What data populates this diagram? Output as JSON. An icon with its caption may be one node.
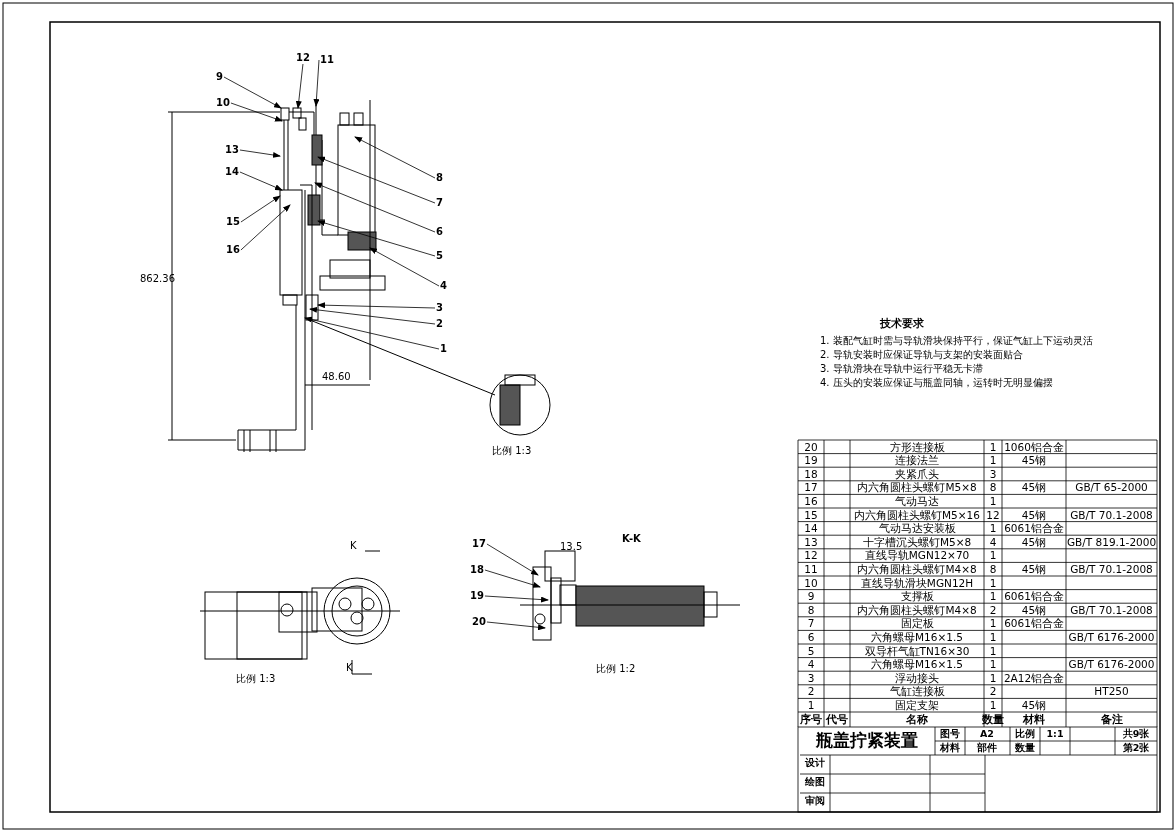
{
  "diagram": {
    "title": "瓶盖拧紧装置",
    "nodes": [
      {
        "text": [
          "1"
        ]
      },
      {
        "text": [
          "2"
        ]
      },
      {
        "text": [
          "3"
        ]
      },
      {
        "text": [
          "4"
        ]
      },
      {
        "text": [
          "5"
        ]
      },
      {
        "text": [
          "6"
        ]
      },
      {
        "text": [
          "7"
        ]
      },
      {
        "text": [
          "8"
        ]
      },
      {
        "text": [
          "9"
        ]
      },
      {
        "text": [
          "10"
        ]
      },
      {
        "text": [
          "11"
        ]
      },
      {
        "text": [
          "12"
        ]
      },
      {
        "text": [
          "13"
        ]
      },
      {
        "text": [
          "14"
        ]
      },
      {
        "text": [
          "15"
        ]
      },
      {
        "text": [
          "16"
        ]
      },
      {
        "text": [
          "17"
        ]
      },
      {
        "text": [
          "18"
        ]
      },
      {
        "text": [
          "19"
        ]
      },
      {
        "text": [
          "20"
        ]
      }
    ],
    "edges": [
      {
        "from": 0,
        "to": null,
        "arrow": "to"
      },
      {
        "from": 1,
        "to": null,
        "arrow": "to"
      },
      {
        "from": 2,
        "to": null,
        "arrow": "to"
      },
      {
        "from": 3,
        "to": null,
        "arrow": "to"
      },
      {
        "from": 4,
        "to": null,
        "arrow": "to"
      },
      {
        "from": 5,
        "to": null,
        "arrow": "to"
      },
      {
        "from": 6,
        "to": null,
        "arrow": "to"
      },
      {
        "from": 7,
        "to": null,
        "arrow": "to"
      },
      {
        "from": 8,
        "to": null,
        "arrow": "to"
      },
      {
        "from": 9,
        "to": null,
        "arrow": "to"
      },
      {
        "from": 10,
        "to": null,
        "arrow": "to"
      },
      {
        "from": 11,
        "to": null,
        "arrow": "to"
      },
      {
        "from": 12,
        "to": null,
        "arrow": "to"
      },
      {
        "from": 13,
        "to": null,
        "arrow": "to"
      },
      {
        "from": 14,
        "to": null,
        "arrow": "to"
      },
      {
        "from": 15,
        "to": null,
        "arrow": "to"
      },
      {
        "from": 16,
        "to": null,
        "arrow": "to"
      },
      {
        "from": 17,
        "to": null,
        "arrow": "to"
      },
      {
        "from": 18,
        "to": null,
        "arrow": "to"
      },
      {
        "from": 19,
        "to": null,
        "arrow": "to"
      }
    ],
    "labels": [
      "862.36",
      "48.60",
      "比例 1:3",
      "K",
      "K",
      "比例 1:3",
      "13.5",
      "K-K",
      "比例 1:2",
      "技术要求",
      "1. 装配气缸时需与导轨滑块保持平行，保证气缸上下运动灵活",
      "2. 导轨安装时应保证导轨与支架的安装面贴合",
      "3. 导轨滑块在导轨中运行平稳无卡滞",
      "4. 压头的安装应保证与瓶盖同轴，运转时无明显偏摆",
      "20",
      "方形连接板",
      "1",
      "1060铝合金",
      "19",
      "连接法兰",
      "1",
      "45钢",
      "18",
      "夹紧爪头",
      "3",
      "17",
      "内六角圆柱头螺钉M5×8",
      "8",
      "45钢",
      "GB/T 65-2000",
      "16",
      "气动马达",
      "1",
      "15",
      "内六角圆柱头螺钉M5×16",
      "12",
      "45钢",
      "GB/T 70.1-2008",
      "14",
      "气动马达安装板",
      "1",
      "6061铝合金",
      "13",
      "十字槽沉头螺钉M5×8",
      "4",
      "45钢",
      "GB/T 819.1-2000",
      "12",
      "直线导轨MGN12×70",
      "1",
      "11",
      "内六角圆柱头螺钉M4×8",
      "8",
      "45钢",
      "GB/T 70.1-2008",
      "10",
      "直线导轨滑块MGN12H",
      "1",
      "9",
      "支撑板",
      "1",
      "6061铝合金",
      "8",
      "内六角圆柱头螺钉M4×8",
      "2",
      "45钢",
      "GB/T 70.1-2008",
      "7",
      "固定板",
      "1",
      "6061铝合金",
      "6",
      "六角螺母M16×1.5",
      "1",
      "GB/T 6176-2000",
      "5",
      "双导杆气缸TN16×30",
      "1",
      "4",
      "六角螺母M16×1.5",
      "1",
      "GB/T 6176-2000",
      "3",
      "浮动接头",
      "1",
      "2A12铝合金",
      "2",
      "气缸连接板",
      "2",
      "HT250",
      "1",
      "固定支架",
      "1",
      "45钢",
      "序号",
      "代号",
      "名称",
      "数量",
      "材料",
      "备注",
      "图号",
      "A2",
      "比例",
      "1:1",
      "共9张",
      "材料",
      "部件",
      "数量",
      "第2张",
      "设计",
      "绘图",
      "审阅"
    ]
  }
}
